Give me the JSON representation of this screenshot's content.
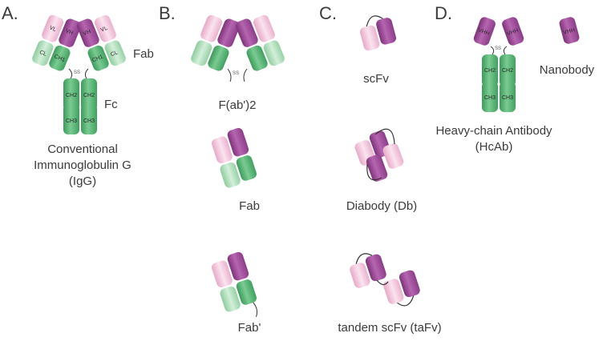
{
  "panels": {
    "a": "A.",
    "b": "B.",
    "c": "C.",
    "d": "D."
  },
  "labels": {
    "igg_fab": "Fab",
    "igg_fc": "Fc",
    "igg_name_1": "Conventional",
    "igg_name_2": "Immunoglobulin G",
    "igg_name_3": "(IgG)",
    "fab2": "F(ab')2",
    "fab": "Fab",
    "fab_prime": "Fab'",
    "scfv": "scFv",
    "diabody": "Diabody (Db)",
    "tandem_scfv": "tandem scFv (taFv)",
    "hcab_1": "Heavy-chain Antibody",
    "hcab_2": "(HcAb)",
    "nanobody": "Nanobody"
  },
  "domains": {
    "vh": "VH",
    "vl": "VL",
    "ch1": "CH1",
    "cl": "CL",
    "ch2": "CH2",
    "ch3": "CH3",
    "vhh": "VHH"
  },
  "disulfide": "SS",
  "colors": {
    "vh": "#a0509a",
    "vl": "#f1c6dc",
    "ch": "#5eb77a",
    "cl": "#a9dbb5",
    "linker": "#333333"
  }
}
